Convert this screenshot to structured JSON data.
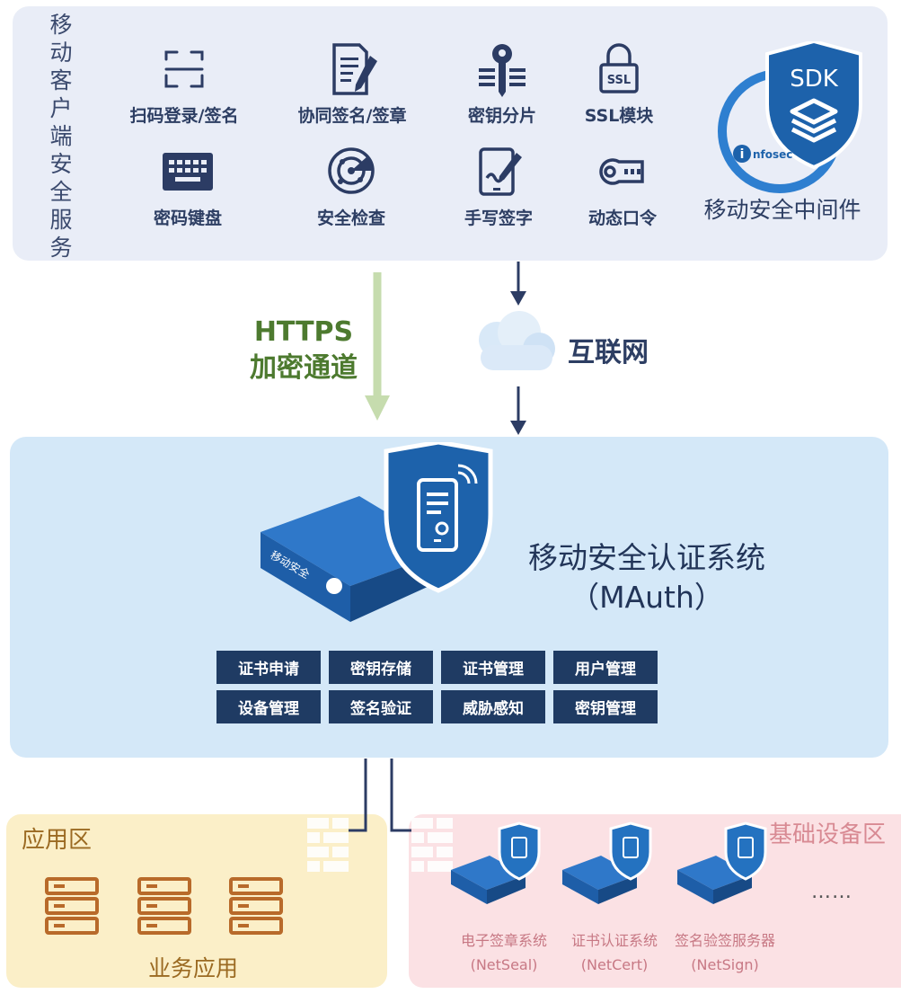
{
  "client_panel": {
    "title": "移动客户端安全服务",
    "services": [
      {
        "label": "扫码登录/签名",
        "icon": "scan-icon"
      },
      {
        "label": "协同签名/签章",
        "icon": "document-sign-icon"
      },
      {
        "label": "密钥分片",
        "icon": "key-split-icon"
      },
      {
        "label": "SSL模块",
        "icon": "ssl-lock-icon"
      },
      {
        "label": "密码键盘",
        "icon": "keyboard-icon"
      },
      {
        "label": "安全检查",
        "icon": "radar-icon"
      },
      {
        "label": "手写签字",
        "icon": "tablet-signature-icon"
      },
      {
        "label": "动态口令",
        "icon": "otp-token-icon"
      }
    ],
    "sdk_badge": "SDK",
    "sdk_label": "移动安全中间件",
    "logo_text": "nfosec"
  },
  "channel": {
    "https_line1": "HTTPS",
    "https_line2": "加密通道",
    "internet_label": "互联网"
  },
  "mauth": {
    "title_line1": "移动安全认证系统",
    "title_line2": "（MAuth）",
    "device_label": "移动安全",
    "functions": [
      "证书申请",
      "密钥存储",
      "证书管理",
      "用户管理",
      "设备管理",
      "签名验证",
      "威胁感知",
      "密钥管理"
    ]
  },
  "app_zone": {
    "title": "应用区",
    "caption": "业务应用"
  },
  "infra_zone": {
    "title": "基础设备区",
    "systems": [
      {
        "name": "电子签章系统",
        "code": "(NetSeal)"
      },
      {
        "name": "证书认证系统",
        "code": "(NetCert)"
      },
      {
        "name": "签名验签服务器",
        "code": "(NetSign)"
      }
    ],
    "ellipsis": "……"
  },
  "colors": {
    "navy": "#1f3b63",
    "shield_blue": "#1d62ab",
    "https_green": "#4d7a2f",
    "app_brown": "#b86a2a"
  }
}
